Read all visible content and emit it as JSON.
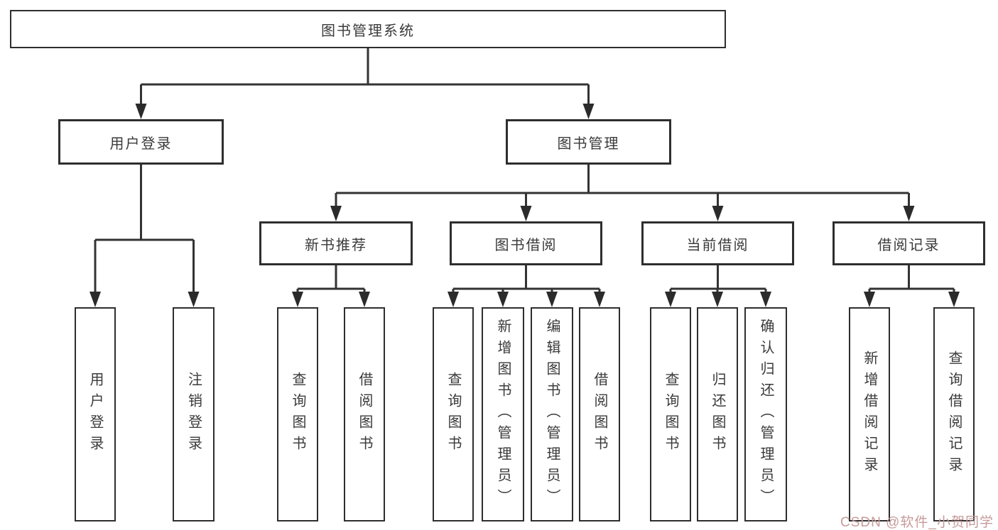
{
  "diagram": {
    "title": "图书管理系统",
    "root": {
      "label": "图书管理系统"
    },
    "level2": [
      {
        "label": "用户登录"
      },
      {
        "label": "图书管理"
      }
    ],
    "level3": [
      {
        "label": "新书推荐"
      },
      {
        "label": "图书借阅"
      },
      {
        "label": "当前借阅"
      },
      {
        "label": "借阅记录"
      }
    ],
    "leaves": [
      {
        "parent": "用户登录",
        "label": "用户登录"
      },
      {
        "parent": "用户登录",
        "label": "注销登录"
      },
      {
        "parent": "新书推荐",
        "label": "查询图书"
      },
      {
        "parent": "新书推荐",
        "label": "借阅图书"
      },
      {
        "parent": "图书借阅",
        "label": "查询图书"
      },
      {
        "parent": "图书借阅",
        "label": "新增图书（管理员）"
      },
      {
        "parent": "图书借阅",
        "label": "编辑图书（管理员）"
      },
      {
        "parent": "图书借阅",
        "label": "借阅图书"
      },
      {
        "parent": "当前借阅",
        "label": "查询图书"
      },
      {
        "parent": "当前借阅",
        "label": "归还图书"
      },
      {
        "parent": "当前借阅",
        "label": "确认归还（管理员）"
      },
      {
        "parent": "借阅记录",
        "label": "新增借阅记录"
      },
      {
        "parent": "借阅记录",
        "label": "查询借阅记录"
      }
    ],
    "colors": {
      "line": "#333333",
      "arrow_fill": "#2b2b2b",
      "border": "#2e2e2e",
      "text": "#3a3a3a",
      "background": "#ffffff"
    }
  },
  "watermark": {
    "text": "CSDN @软件_小贺同学",
    "color": "#c79a9a"
  }
}
